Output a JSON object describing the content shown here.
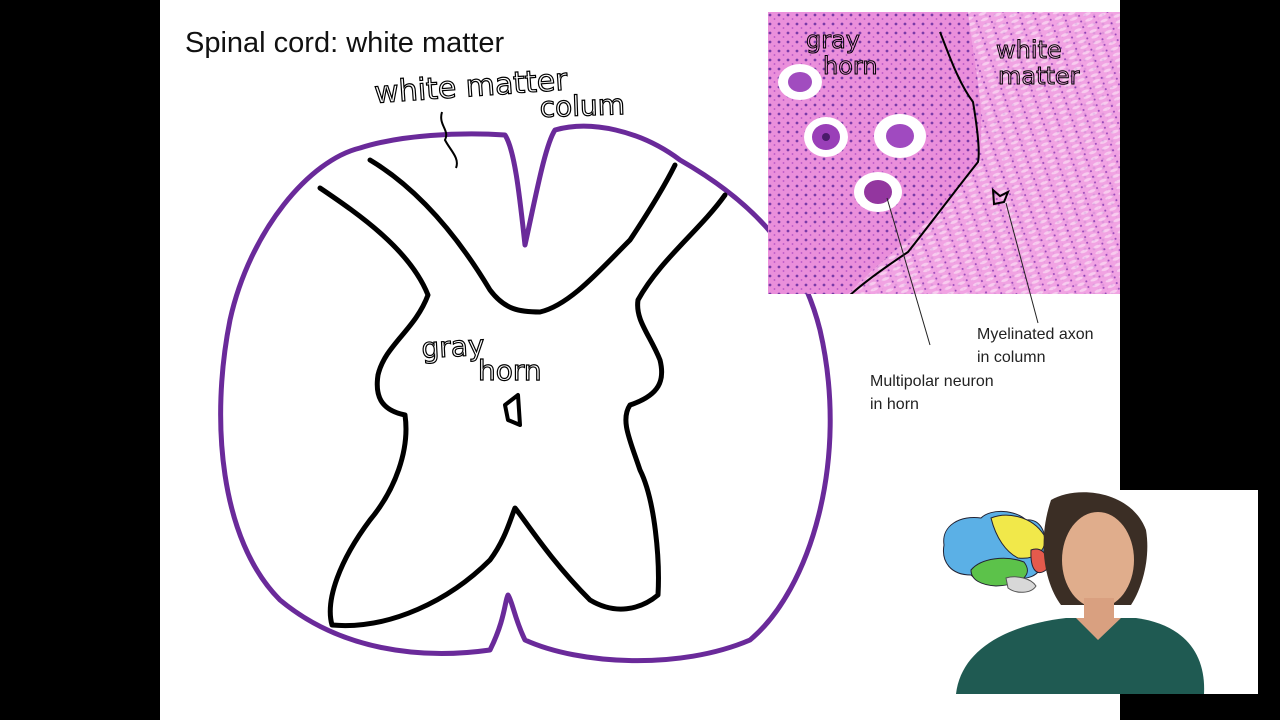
{
  "slide": {
    "title": "Spinal cord: white matter",
    "annotations": {
      "white_matter_column_line1": "white matter",
      "white_matter_column_line2": "colum",
      "gray_horn_line1": "gray",
      "gray_horn_line2": "horn",
      "histo_gray_horn_line1": "gray",
      "histo_gray_horn_line2": "horn",
      "histo_white_matter_line1": "white",
      "histo_white_matter_line2": "matter"
    },
    "labels": {
      "myelinated_axon_line1": "Myelinated axon",
      "myelinated_axon_line2": "in column",
      "multipolar_neuron_line1": "Multipolar neuron",
      "multipolar_neuron_line2": "in horn"
    },
    "colors": {
      "outline": "#6a2a9a",
      "histology_bg": "#e77fd6",
      "ink": "#000000"
    }
  },
  "presenter": {
    "icon": "brain-logo-icon"
  }
}
